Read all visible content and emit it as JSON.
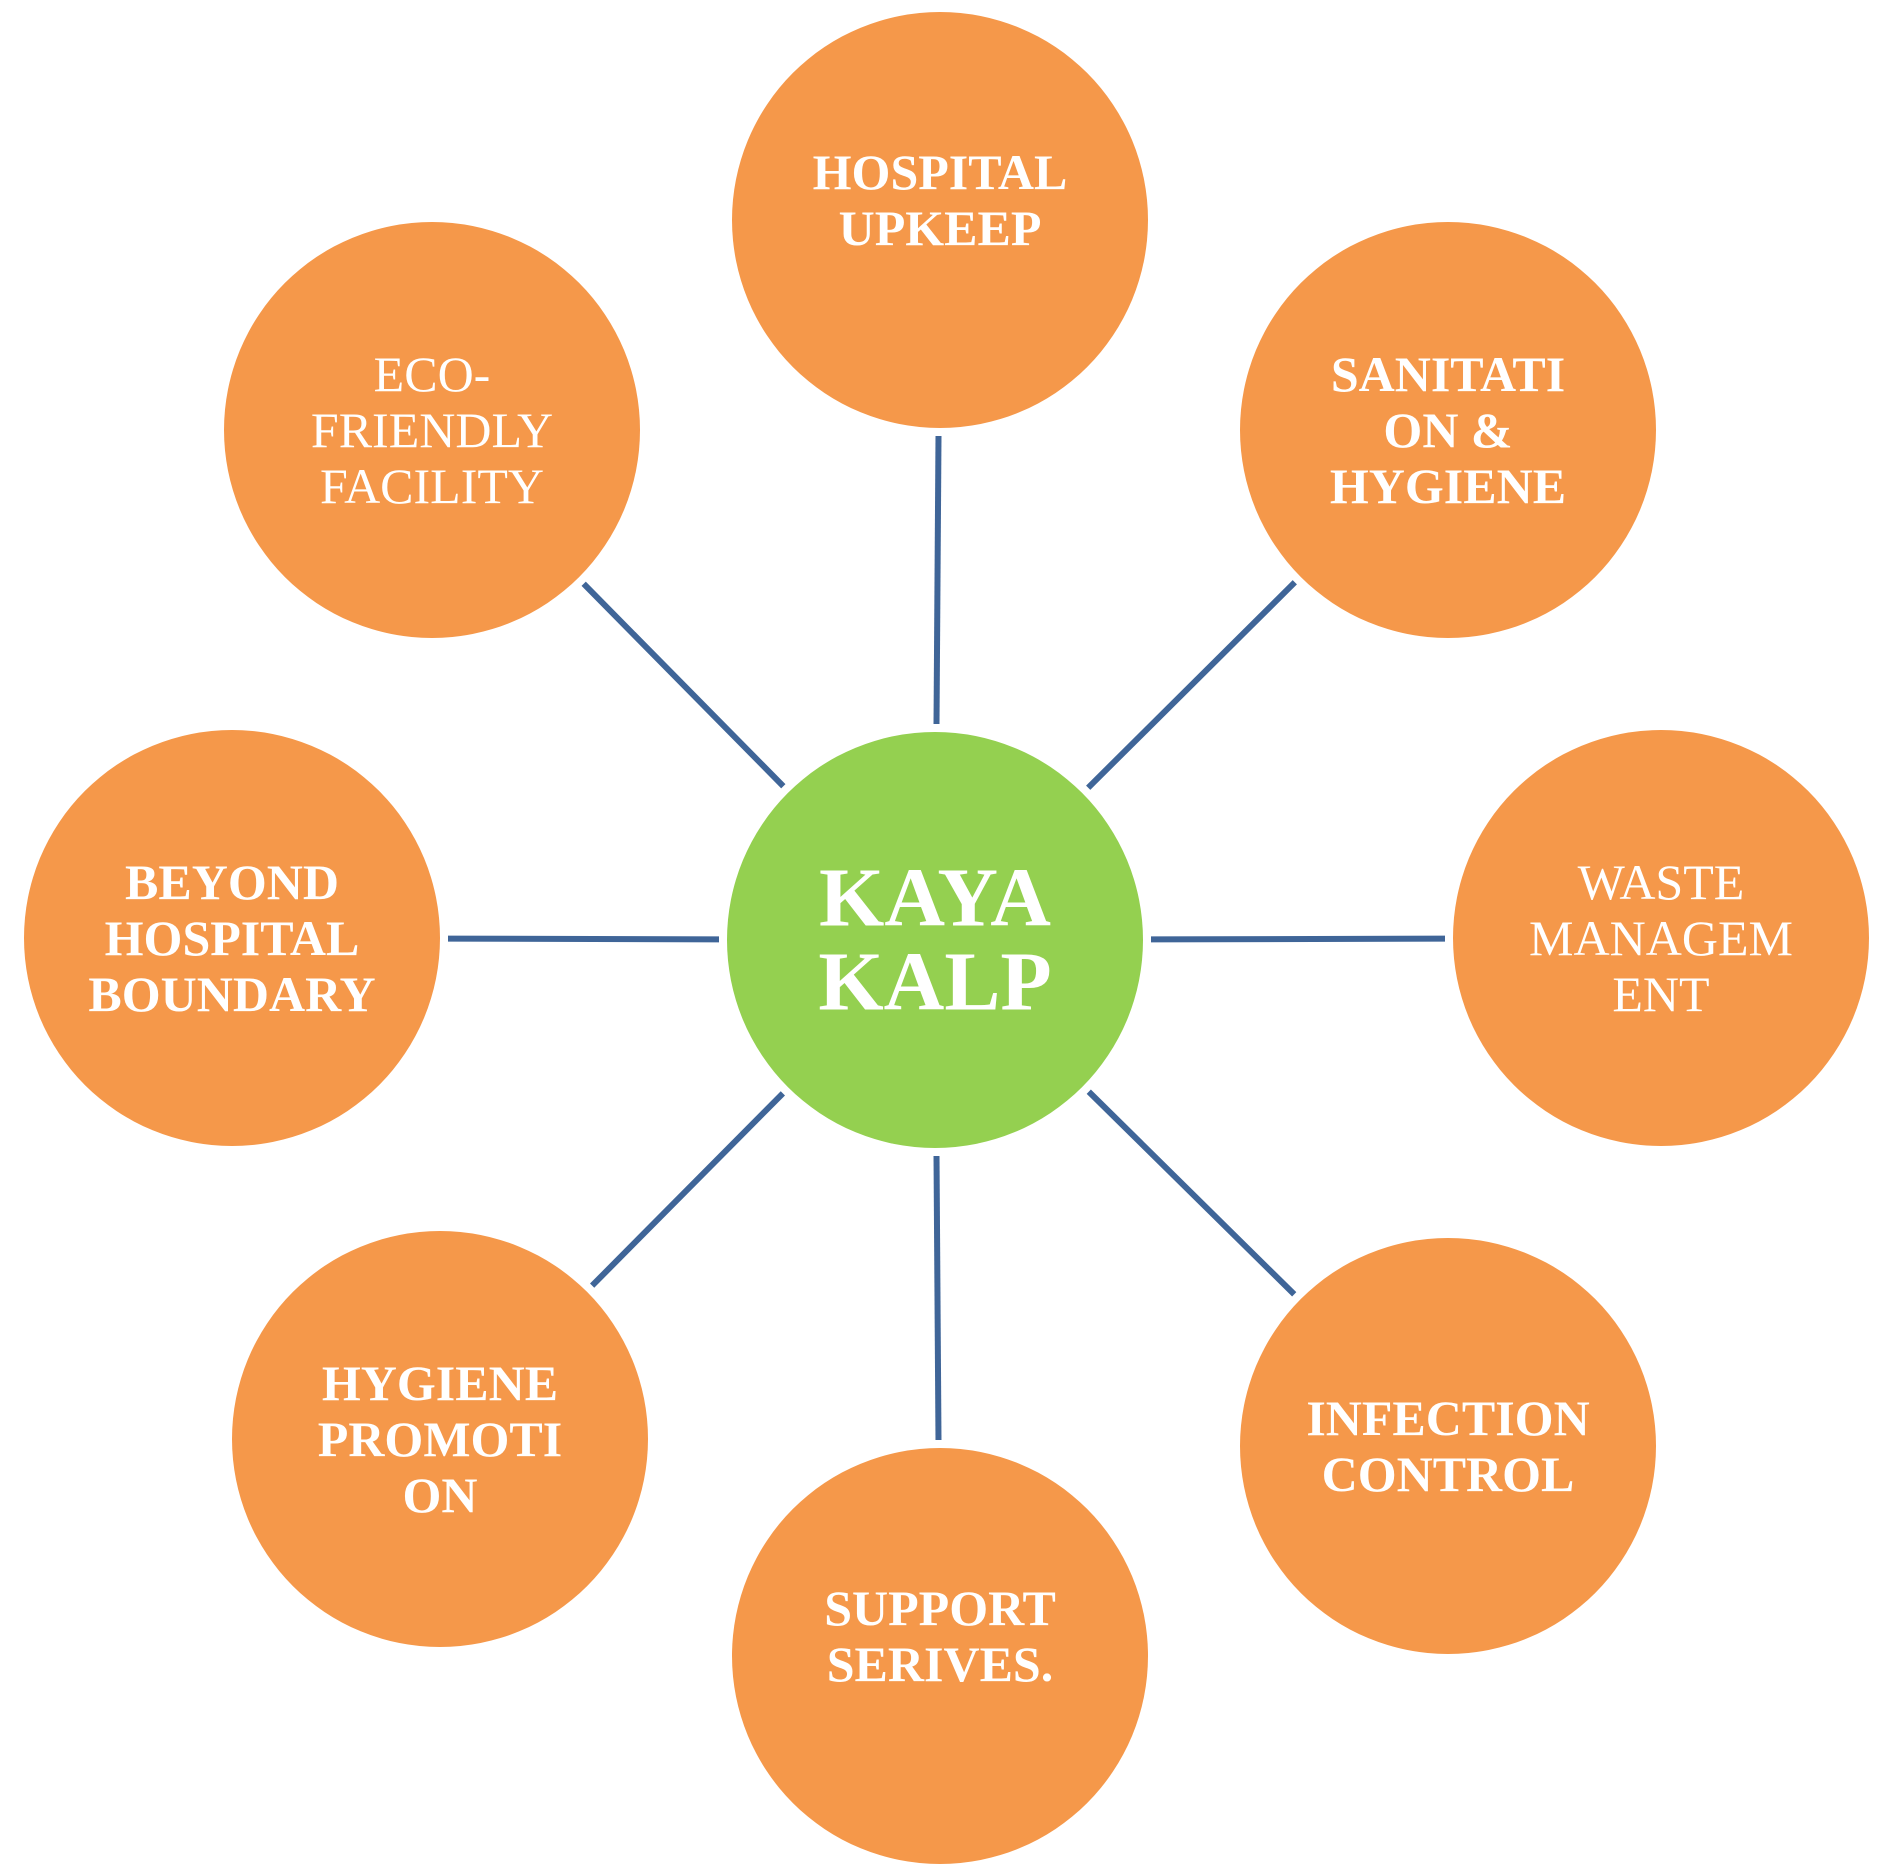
{
  "colors": {
    "node_fill": "#F5984A",
    "center_fill": "#94D050",
    "connector": "#3F6598",
    "label": "#FFFFFF"
  },
  "center": {
    "lines": [
      "KAYA",
      "KALP"
    ]
  },
  "nodes": [
    {
      "id": "hospital-upkeep",
      "lines": [
        "HOSPITAL",
        "UPKEEP"
      ],
      "bold": true
    },
    {
      "id": "sanitation-hygiene",
      "lines": [
        "SANITATI",
        "ON &",
        "HYGIENE"
      ],
      "bold": true
    },
    {
      "id": "waste-management",
      "lines": [
        "WASTE",
        "MANAGEM",
        "ENT"
      ],
      "bold": false
    },
    {
      "id": "infection-control",
      "lines": [
        "INFECTION",
        "CONTROL"
      ],
      "bold": true
    },
    {
      "id": "support-services",
      "lines": [
        "SUPPORT",
        "SERIVES."
      ],
      "bold": true
    },
    {
      "id": "hygiene-promotion",
      "lines": [
        "HYGIENE",
        "PROMOTI",
        "ON"
      ],
      "bold": true
    },
    {
      "id": "beyond-hospital-boundary",
      "lines": [
        "BEYOND",
        "HOSPITAL",
        "BOUNDARY"
      ],
      "bold": true
    },
    {
      "id": "eco-friendly-facility",
      "lines": [
        "ECO-",
        "FRIENDLY",
        "FACILITY"
      ],
      "bold": false
    }
  ]
}
